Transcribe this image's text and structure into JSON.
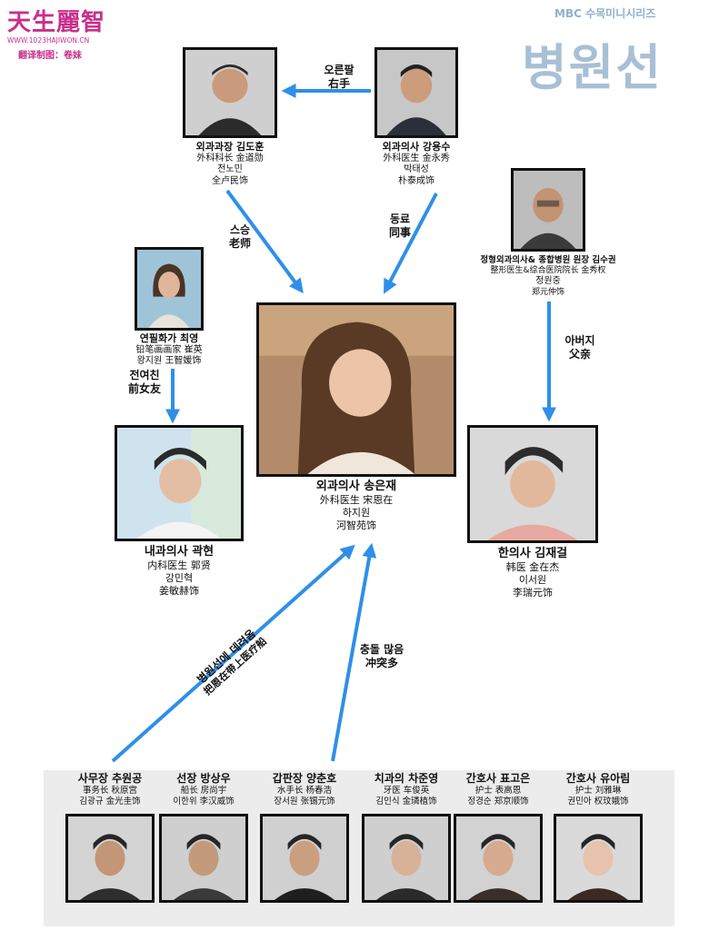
{
  "watermark": {
    "logo_text": "天生麗智",
    "site": "WWW.1023HAJIWON.CN",
    "credit": "翻译制图：卷妹"
  },
  "show": {
    "network": "MBC 수목미니시리즈",
    "title": "병원선"
  },
  "colors": {
    "arrow": "#2f8fe8",
    "frame": "#111111",
    "title": "#9fb9cf"
  },
  "center": {
    "ko": "외과의사 송은재",
    "zh": "外科医生 宋恩在",
    "actor_ko": "하지원",
    "actor_zh": "河智苑饰"
  },
  "people": {
    "kim_dohun": {
      "ko": "외과과장 김도훈",
      "zh": "外科科长 金道勋",
      "actor_ko": "전노민",
      "actor_zh": "全卢民饰"
    },
    "kang_yongsu": {
      "ko": "외과의사 강용수",
      "zh": "外科医生 金永秀",
      "actor_ko": "박태성",
      "actor_zh": "朴泰成饰"
    },
    "kim_sugwon": {
      "ko": "정형외과의사& 종합병원 원장 김수권",
      "zh": "整形医生&综合医院院长 金秀权",
      "actor_ko": "정원중",
      "actor_zh": "郑元仲饰"
    },
    "choi_young": {
      "ko": "연필화가 최영",
      "zh": "铅笔画画家 崔英",
      "actor": "왕지원 王智媛饰"
    },
    "kwak_hyun": {
      "ko": "내과의사 곽현",
      "zh": "内科医生 郭贤",
      "actor_ko": "강민혁",
      "actor_zh": "姜敏赫饰"
    },
    "kim_jaegeol": {
      "ko": "한의사 김재걸",
      "zh": "韩医 金在杰",
      "actor_ko": "이서원",
      "actor_zh": "李瑞元饰"
    }
  },
  "relations": {
    "right_hand": {
      "ko": "오른팔",
      "zh": "右手"
    },
    "mentor": {
      "ko": "스승",
      "zh": "老师"
    },
    "colleague": {
      "ko": "동료",
      "zh": "同事"
    },
    "father": {
      "ko": "아버지",
      "zh": "父亲"
    },
    "ex_gf": {
      "ko": "전여친",
      "zh": "前女友"
    },
    "brought": {
      "ko": "병원선에 데려옴",
      "zh": "把恩在带上医疗船"
    },
    "conflict": {
      "ko": "충돌 많음",
      "zh": "冲突多"
    }
  },
  "crew": [
    {
      "ko": "사무장 추원공",
      "zh": "事务长 秋原宫",
      "actor": "김광규 金光圭饰"
    },
    {
      "ko": "선장 방상우",
      "zh": "船长 房尚宇",
      "actor": "이한위 李汉威饰"
    },
    {
      "ko": "갑판장 양춘호",
      "zh": "水手长 杨春浩",
      "actor": "장서원 张锡元饰"
    },
    {
      "ko": "치과의 차준영",
      "zh": "牙医 车俊英",
      "actor": "김인식 金璘植饰"
    },
    {
      "ko": "간호사 표고은",
      "zh": "护士 表高恩",
      "actor": "정경순 郑京顺饰"
    },
    {
      "ko": "간호사 유아림",
      "zh": "护士 刘雅琳",
      "actor": "권민아 权玟娥饰"
    }
  ]
}
